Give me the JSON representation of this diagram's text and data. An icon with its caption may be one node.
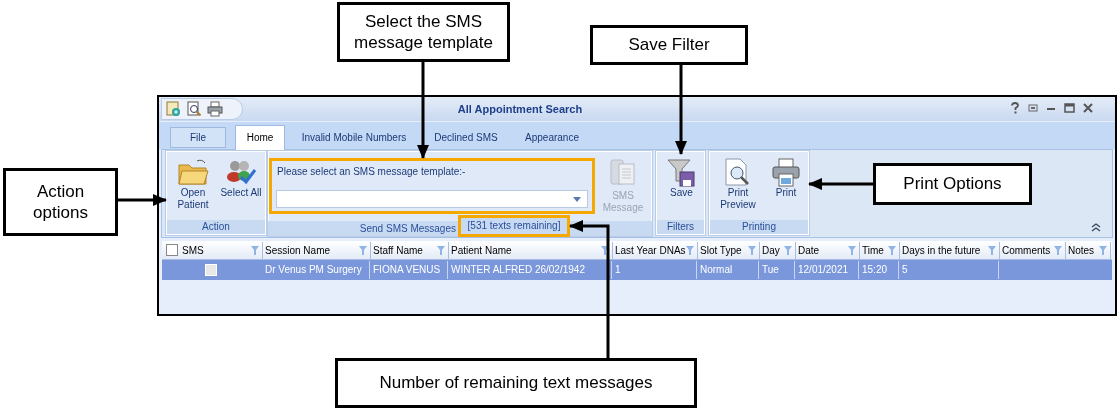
{
  "diagram": {
    "nodes": [
      {
        "text": [
          "Select the SMS message template"
        ]
      },
      {
        "text": [
          "Save Filter"
        ]
      },
      {
        "text": [
          "Action options"
        ]
      },
      {
        "text": [
          "Action"
        ]
      },
      {
        "text": [
          "Open Patient"
        ],
        "in": 3
      },
      {
        "text": [
          "Select All"
        ],
        "in": 3
      },
      {
        "text": [
          "Please select an SMS message template:-"
        ]
      },
      {
        "text": [
          "Filters"
        ]
      },
      {
        "text": [
          "Save"
        ],
        "in": 7
      },
      {
        "text": [
          "Printing"
        ]
      },
      {
        "text": [
          "Print Preview"
        ],
        "in": 9
      },
      {
        "text": [
          "Print"
        ],
        "in": 9
      },
      {
        "text": [
          "Print Options"
        ]
      },
      {
        "text": [
          "[531 texts remaining]"
        ]
      },
      {
        "text": [
          "Number of remaining text messages"
        ]
      }
    ],
    "edges": [
      {
        "from": 0,
        "to": 6,
        "arrow": "to"
      },
      {
        "from": 1,
        "to": 8,
        "arrow": "to"
      },
      {
        "from": 2,
        "to": 3,
        "arrow": "to"
      },
      {
        "from": 12,
        "to": 9,
        "arrow": "to"
      },
      {
        "from": 14,
        "to": 13,
        "arrow": "to"
      }
    ],
    "labels": [
      "All Appointment Search",
      "File",
      "Home",
      "Invalid Mobile Numbers",
      "Declined SMS",
      "Appearance",
      "SMS Message",
      "Send SMS Messages",
      "SMS",
      "Session Name",
      "Staff Name",
      "Patient Name",
      "Last Year DNAs",
      "Slot Type",
      "Day",
      "Date",
      "Time",
      "Days in the future",
      "Comments",
      "Notes",
      "Dr Venus PM Surgery",
      "FIONA VENUS",
      "WINTER ALFRED 26/02/1942",
      "1",
      "Normal",
      "Tue",
      "12/01/2021",
      "15:20",
      "5"
    ]
  }
}
